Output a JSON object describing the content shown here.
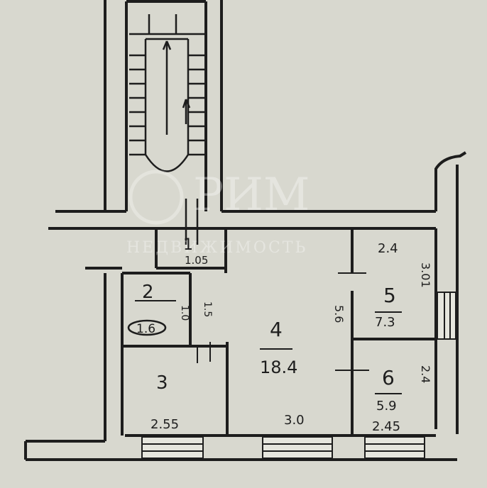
{
  "watermark": {
    "brand": "РИМ",
    "tagline": "НЕДВИЖИМОСТЬ"
  },
  "rooms": [
    {
      "id": "1",
      "area": "1.05"
    },
    {
      "id": "2",
      "area": "1.6",
      "width": "1.5",
      "height": "1.0"
    },
    {
      "id": "3",
      "width": "2.55"
    },
    {
      "id": "4",
      "area": "18.4",
      "width": "3.0",
      "depth": "5.6"
    },
    {
      "id": "5",
      "area": "7.3",
      "width": "2.4",
      "depth": "3.01"
    },
    {
      "id": "6",
      "area": "5.9",
      "width": "2.45",
      "depth": "2.4"
    }
  ]
}
